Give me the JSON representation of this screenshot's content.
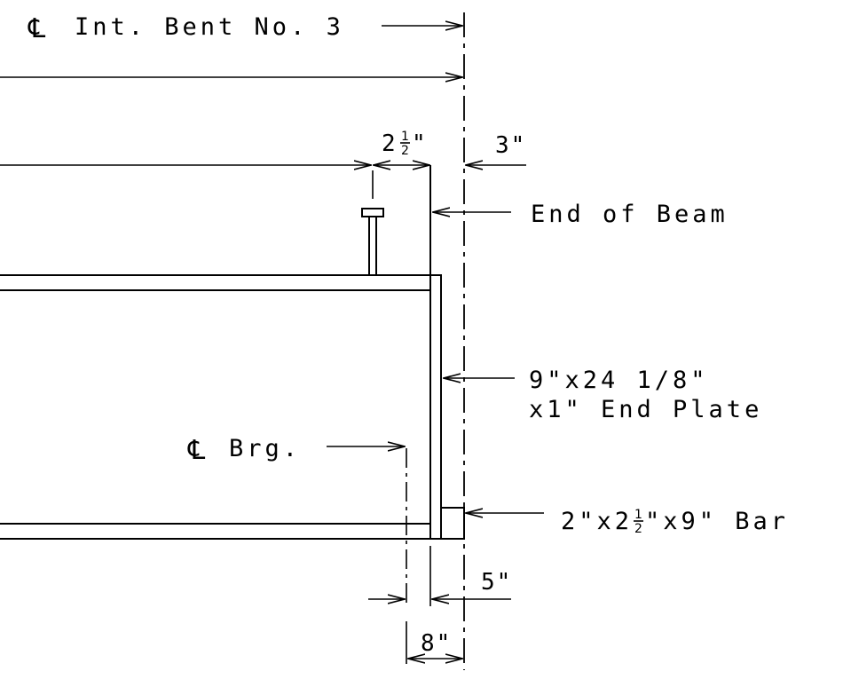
{
  "labels": {
    "bent": "Int. Bent No. 3",
    "centerline_symbol": "℄",
    "end_of_beam": "End of Beam",
    "end_plate_line1": "9\"x24 1/8\"",
    "end_plate_line2": "x1\" End Plate",
    "bearing": "Brg.",
    "bar_pre": "2\"x2",
    "bar_post": "\"x9\" Bar"
  },
  "dimensions": {
    "d_2_whole": "2",
    "d_half_num": "1",
    "d_half_den": "2",
    "d_inch": "\"",
    "d_3": "3\"",
    "d_5": "5\"",
    "d_8": "8\""
  }
}
